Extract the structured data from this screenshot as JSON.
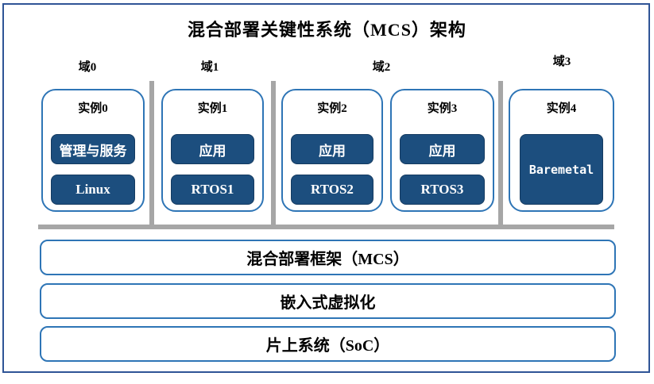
{
  "title": "混合部署关键性系统（MCS）架构",
  "colors": {
    "outer_border": "#2F5496",
    "box_border": "#2E75B6",
    "dark_box_fill": "#1C4E7E",
    "dark_box_text": "#FFFFFF",
    "divider_gray": "#A6A6A6",
    "text": "#000000"
  },
  "domains": [
    {
      "label": "域0"
    },
    {
      "label": "域1"
    },
    {
      "label": "域2"
    },
    {
      "label": "域3"
    }
  ],
  "instances": [
    {
      "label": "实例0",
      "boxes": [
        "管理与服务",
        "Linux"
      ]
    },
    {
      "label": "实例1",
      "boxes": [
        "应用",
        "RTOS1"
      ]
    },
    {
      "label": "实例2",
      "boxes": [
        "应用",
        "RTOS2"
      ]
    },
    {
      "label": "实例3",
      "boxes": [
        "应用",
        "RTOS3"
      ]
    },
    {
      "label": "实例4",
      "boxes": [
        "Baremetal"
      ]
    }
  ],
  "layers": [
    {
      "label": "混合部署框架（MCS）"
    },
    {
      "label": "嵌入式虚拟化"
    },
    {
      "label": "片上系统（SoC）"
    }
  ]
}
